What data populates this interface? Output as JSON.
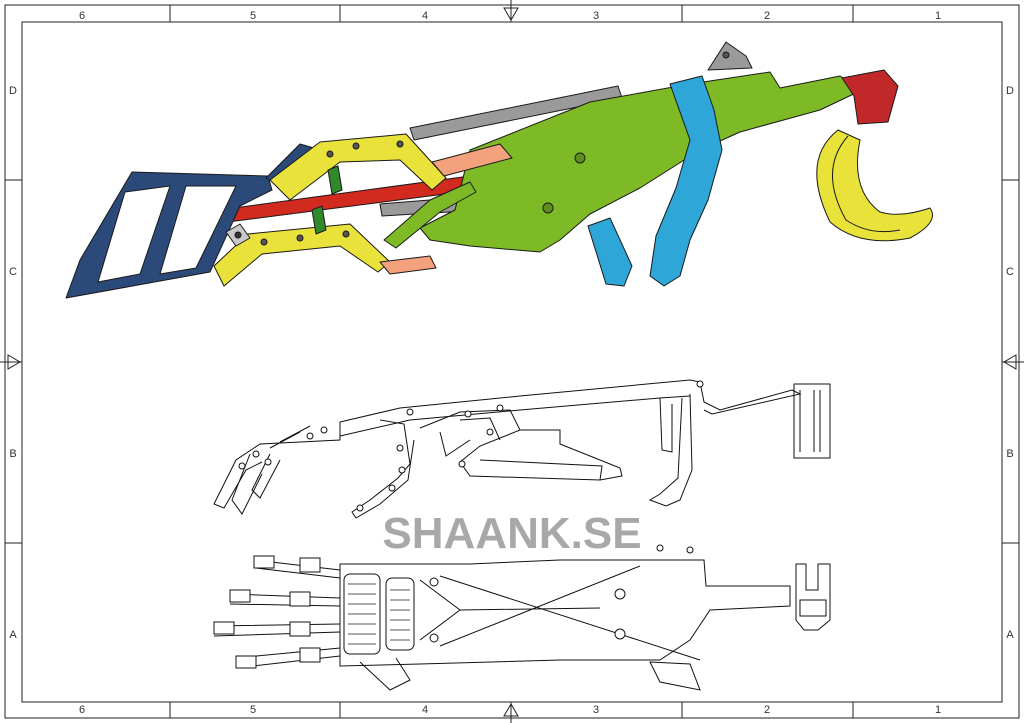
{
  "drawing": {
    "column_labels": [
      "6",
      "5",
      "4",
      "3",
      "2",
      "1"
    ],
    "row_labels": [
      "D",
      "C",
      "B",
      "A"
    ],
    "watermark": "SHAANK.SE"
  },
  "colors": {
    "navy": "#2b4a7a",
    "red": "#d32a1f",
    "yellow": "#e8e23a",
    "green": "#7dba26",
    "blue": "#2ea6d8",
    "salmon": "#f3a27d",
    "gray": "#9a9a9a",
    "darkred": "#c0282a",
    "line": "#111111"
  },
  "views": [
    {
      "name": "isometric-view"
    },
    {
      "name": "side-view"
    },
    {
      "name": "top-view"
    }
  ]
}
